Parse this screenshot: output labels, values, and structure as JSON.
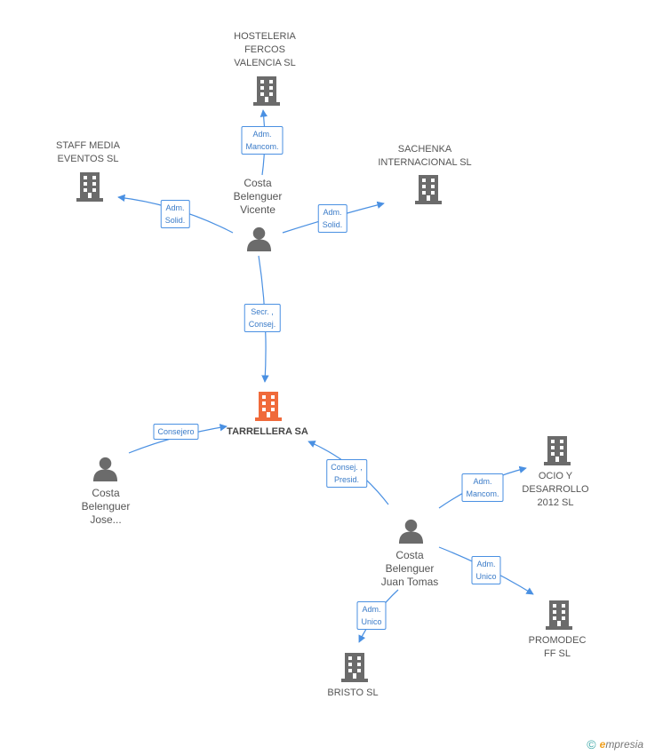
{
  "colors": {
    "edge": "#4a90e2",
    "building": "#6b6b6b",
    "center_building": "#f06a3a",
    "person": "#6b6b6b"
  },
  "nodes": {
    "hosteleria": {
      "label": "HOSTELERIA\nFERCOS\nVALENCIA SL"
    },
    "staff": {
      "label": "STAFF MEDIA\nEVENTOS SL"
    },
    "sachenka": {
      "label": "SACHENKA\nINTERNACIONAL SL"
    },
    "tarrellera": {
      "label": "TARRELLERA SA"
    },
    "ocio": {
      "label": "OCIO Y\nDESARROLLO\n2012 SL"
    },
    "promodec": {
      "label": "PROMODEC\nFF SL"
    },
    "bristo": {
      "label": "BRISTO SL"
    },
    "vicente": {
      "label": "Costa\nBelenguer\nVicente"
    },
    "jose": {
      "label": "Costa\nBelenguer\nJose..."
    },
    "juan": {
      "label": "Costa\nBelenguer\nJuan Tomas"
    }
  },
  "roles": {
    "vicente_hosteleria": "Adm.\nMancom.",
    "vicente_staff": "Adm.\nSolid.",
    "vicente_sachenka": "Adm.\nSolid.",
    "vicente_tarrellera": "Secr. ,\nConsej.",
    "jose_tarrellera": "Consejero",
    "juan_tarrellera": "Consej. ,\nPresid.",
    "juan_ocio": "Adm.\nMancom.",
    "juan_promodec": "Adm.\nUnico",
    "juan_bristo": "Adm.\nUnico"
  },
  "footer": {
    "copyright": "©",
    "brand_initial": "e",
    "brand_rest": "mpresia"
  }
}
